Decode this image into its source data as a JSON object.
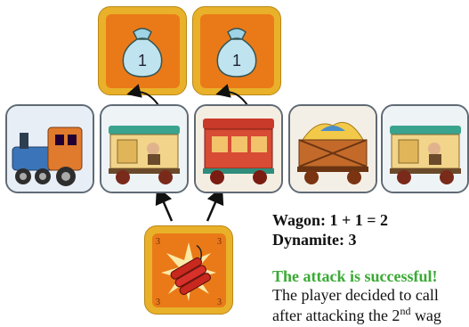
{
  "loot_cards": [
    {
      "name": "loot-card-1",
      "icon": "money-bag-icon",
      "value": "1"
    },
    {
      "name": "loot-card-2",
      "icon": "money-bag-icon",
      "value": "1"
    }
  ],
  "train": [
    {
      "name": "locomotive-card",
      "icon": "locomotive-icon"
    },
    {
      "name": "wagon-card-1",
      "icon": "wagon-bandit-icon"
    },
    {
      "name": "wagon-card-2",
      "icon": "wagon-passengers-icon"
    },
    {
      "name": "wagon-card-3",
      "icon": "wagon-hay-icon"
    },
    {
      "name": "wagon-card-4",
      "icon": "wagon-bandit-icon"
    }
  ],
  "dynamite_card": {
    "icon": "dynamite-icon",
    "corner_value": "3"
  },
  "text": {
    "line1": "Wagon: 1 + 1 = 2",
    "line2": "Dynamite: 3",
    "line3": "The attack is successful!",
    "line4": "The player decided to call",
    "line5_pre": "after attacking the 2",
    "line5_sup": "nd",
    "line5_post": " wag"
  },
  "colors": {
    "orange": "#ea7a18",
    "gold": "#e9b12a",
    "green_text": "#3aaa35"
  }
}
